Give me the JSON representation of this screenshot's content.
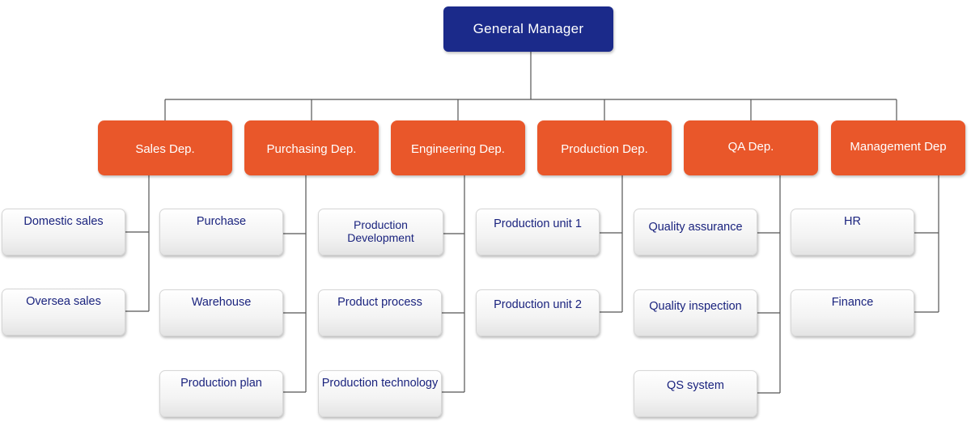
{
  "general_manager": "General Manager",
  "departments": [
    {
      "label": "Sales Dep.",
      "units": [
        "Domestic sales",
        "Oversea sales"
      ]
    },
    {
      "label": "Purchasing Dep.",
      "units": [
        "Purchase",
        "Warehouse",
        "Production plan"
      ]
    },
    {
      "label": "Engineering Dep.",
      "units": [
        "Production  Development",
        "Product  process",
        "Production technology"
      ]
    },
    {
      "label": "Production  Dep.",
      "units": [
        "Production  unit  1",
        "Production unit 2"
      ]
    },
    {
      "label": "QA  Dep.",
      "units": [
        "Quality assurance",
        "Quality inspection",
        "QS system"
      ]
    },
    {
      "label": "Management Dep",
      "units": [
        "HR",
        "Finance"
      ]
    }
  ],
  "colors": {
    "manager": "#1b2a8a",
    "department": "#e9572a",
    "unit_text": "#1a237e",
    "connector": "#555555"
  }
}
